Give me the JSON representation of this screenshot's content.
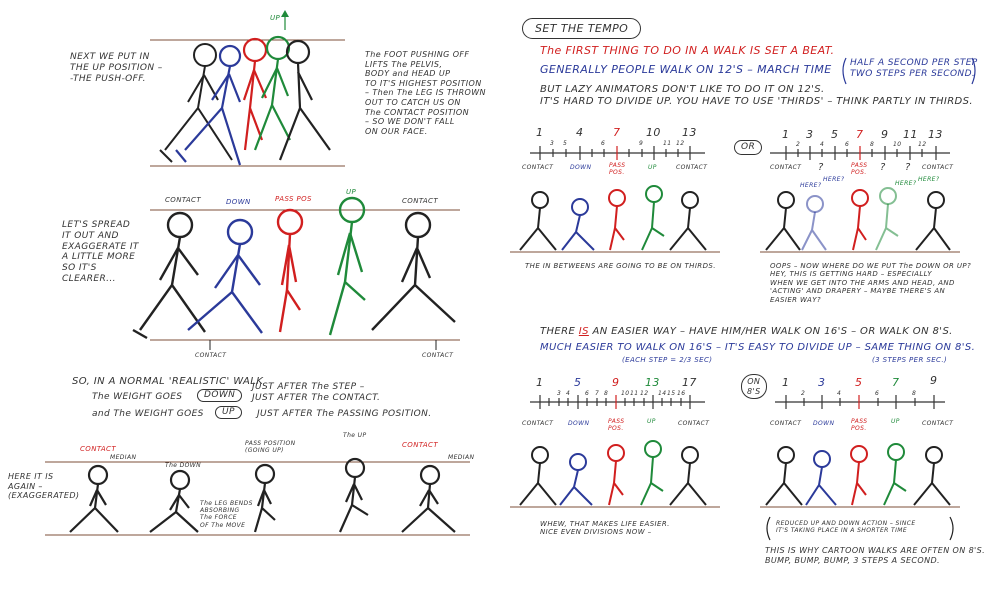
{
  "colors": {
    "ink": "#222222",
    "blue": "#2b3a9a",
    "red": "#d11f1f",
    "green": "#1f8a3a",
    "line": "#7d4f3a"
  },
  "left": {
    "up_arrow": "UP",
    "top_intro": "NEXT WE PUT IN\nTHE UP POSITION –\n-THE PUSH-OFF.",
    "top_explain": "The FOOT PUSHING OFF\nLIFTS The PELVIS,\nBODY and HEAD UP\nTO IT'S HIGHEST POSITION\n– Then The LEG IS THROWN\nOUT TO CATCH US ON\nThe CONTACT POSITION\n– SO WE DON'T FALL\nON OUR FACE.",
    "mid_labels": {
      "contact1": "CONTACT",
      "down": "DOWN",
      "pass": "PASS POS",
      "up": "UP",
      "contact2": "CONTACT"
    },
    "mid_intro": "LET'S SPREAD\nIT OUT AND\nEXAGGERATE IT\nA LITTLE MORE\nSO IT'S\nCLEARER...",
    "mid_contact_left": "CONTACT",
    "mid_contact_right": "CONTACT",
    "realistic_line": "SO, IN A NORMAL 'REALISTIC' WALK",
    "rule1_pre": "The WEIGHT GOES",
    "rule1_word": "DOWN",
    "rule1_post": "JUST AFTER The STEP –\nJUST AFTER The CONTACT.",
    "rule2_pre": "and The WEIGHT GOES",
    "rule2_word": "UP",
    "rule2_post": "JUST AFTER The PASSING POSITION.",
    "bottom_labels": {
      "contact1": "CONTACT",
      "down": "The DOWN",
      "pass": "PASS POSITION\n(GOING UP)",
      "up": "The UP",
      "contact2": "CONTACT"
    },
    "median_left": "MEDIAN",
    "median_right": "MEDIAN",
    "here_it_is": "HERE IT IS\nAGAIN –\n(EXAGGERATED)",
    "leg_bends": "The LEG BENDS\nABSORBING\nThe FORCE\nOF The MOVE"
  },
  "right": {
    "title": "SET THE TEMPO",
    "line1": "The FIRST THING TO DO IN A WALK IS SET A BEAT.",
    "line2": "GENERALLY PEOPLE WALK ON 12'S – MARCH TIME",
    "line2_paren": "HALF A SECOND PER STEP\nTWO STEPS PER SECOND.",
    "line3": "BUT LAZY ANIMATORS DON'T LIKE TO DO IT ON 12'S.\nIT'S HARD TO DIVIDE UP. YOU HAVE TO USE 'THIRDS' – THINK PARTLY IN THIRDS.",
    "or_label": "OR",
    "ruler1": {
      "major": [
        "1",
        "4",
        "7",
        "10",
        "13"
      ],
      "minor": [
        "3",
        "5",
        "6",
        "9",
        "11",
        "12"
      ],
      "labels": {
        "contact1": "CONTACT",
        "down": "DOWN",
        "pass": "PASS\nPOS.",
        "up": "UP",
        "contact2": "CONTACT"
      }
    },
    "ruler1_caption": "THE IN BETWEENS ARE GOING TO BE ON THIRDS.",
    "ruler2": {
      "major": [
        "1",
        "3",
        "5",
        "7",
        "9",
        "11",
        "13"
      ],
      "minor": [
        "2",
        "4",
        "6",
        "8",
        "10",
        "12"
      ],
      "labels": {
        "contact1": "CONTACT",
        "q1": "?",
        "pass": "PASS\nPOS.",
        "q2": "?",
        "q3": "?",
        "contact2": "CONTACT"
      },
      "here": [
        "HERE?",
        "HERE?",
        "HERE?",
        "HERE?"
      ]
    },
    "ruler2_caption": "OOPS – NOW WHERE DO WE PUT The DOWN OR UP?\nHEY, THIS IS GETTING HARD – ESPECIALLY\nWHEN WE GET INTO THE ARMS AND HEAD, AND\n'ACTING' AND DRAPERY – MAYBE THERE'S AN\nEASIER WAY?",
    "easier1_pre": "THERE ",
    "easier1_is": "IS",
    "easier1_post": " AN EASIER WAY – HAVE HIM/HER WALK ON 16'S – OR WALK ON 8'S.",
    "easier2": "MUCH EASIER TO WALK ON 16'S – IT'S EASY TO DIVIDE UP – SAME THING ON 8'S.",
    "each_step": "(EACH STEP = 2/3 SEC)",
    "three_steps": "(3 STEPS PER SEC.)",
    "on8s": "ON\n8'S",
    "ruler3": {
      "major": [
        "1",
        "5",
        "9",
        "13",
        "17"
      ],
      "minor": [
        "3",
        "4",
        "6",
        "7",
        "8",
        "10",
        "11",
        "12",
        "14",
        "15",
        "16"
      ],
      "labels": {
        "contact1": "CONTACT",
        "down": "DOWN",
        "pass": "PASS\nPOS.",
        "up": "UP",
        "contact2": "CONTACT"
      }
    },
    "ruler3_caption": "WHEW, THAT MAKES LIFE EASIER.\nNICE EVEN DIVISIONS NOW –",
    "ruler4": {
      "major": [
        "1",
        "3",
        "5",
        "7",
        "9"
      ],
      "minor": [
        "2",
        "4",
        "6",
        "8"
      ],
      "labels": {
        "contact1": "CONTACT",
        "down": "DOWN",
        "pass": "PASS\nPOS.",
        "up": "UP",
        "contact2": "CONTACT"
      }
    },
    "ruler4_note": "REDUCED UP AND DOWN ACTION – SINCE\nIT'S TAKING PLACE IN A SHORTER TIME",
    "ruler4_caption": "THIS IS WHY CARTOON WALKS ARE OFTEN ON 8'S.\nBUMP, BUMP, BUMP, 3 STEPS A SECOND."
  }
}
